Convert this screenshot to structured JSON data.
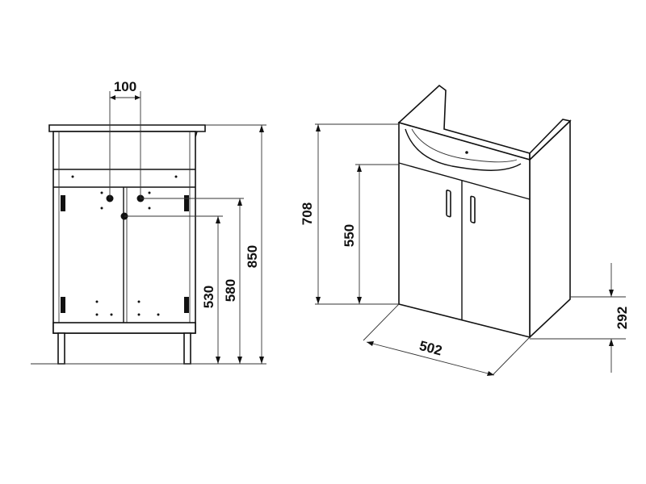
{
  "dimensions": {
    "drain_spacing": "100",
    "total_height": "850",
    "drain_height_1": "580",
    "drain_height_2": "530",
    "cabinet_height": "708",
    "door_height": "550",
    "width": "502",
    "leg_height": "292"
  }
}
